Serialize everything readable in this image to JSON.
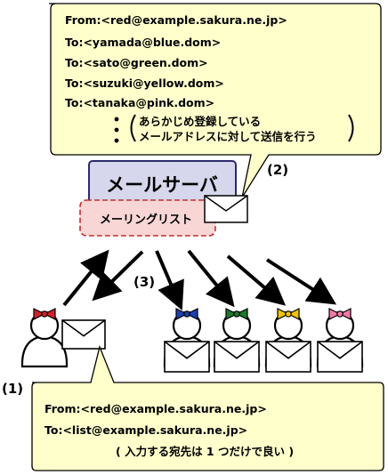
{
  "top_bubble": {
    "lines": [
      "From:<red@example.sakura.ne.jp>",
      "To:<yamada@blue.dom>",
      "To:<sato@green.dom>",
      "To:<suzuki@yellow.dom>",
      "To:<tanaka@pink.dom>"
    ],
    "note_line1": "あらかじめ登録している",
    "note_line2": "メールアドレスに対して送信を行う"
  },
  "mail_server": {
    "label": "メールサーバ"
  },
  "mailing_list": {
    "label": "メーリングリスト"
  },
  "step_labels": {
    "step1": "(1)",
    "step2": "(2)",
    "step3": "(3)"
  },
  "bottom_bubble": {
    "line1": "From:<red@example.sakura.ne.jp>",
    "line2": "To:<list@example.sakura.ne.jp>",
    "note": "( 入力する宛先は 1 つだけで良い )"
  },
  "recipients": [
    {
      "color": "blue",
      "ribbon": "#1f3fb0"
    },
    {
      "color": "green",
      "ribbon": "#1a7a2a"
    },
    {
      "color": "yellow",
      "ribbon": "#f2c400"
    },
    {
      "color": "pink",
      "ribbon": "#f07aa8"
    }
  ],
  "sender": {
    "color": "red",
    "ribbon": "#d4202a"
  },
  "colors": {
    "bubble_fill": "#ffffcc",
    "server_fill": "#d6d6ec",
    "server_stroke": "#2b2b6b",
    "list_fill": "#f8d6d6",
    "list_stroke": "#c03030"
  }
}
